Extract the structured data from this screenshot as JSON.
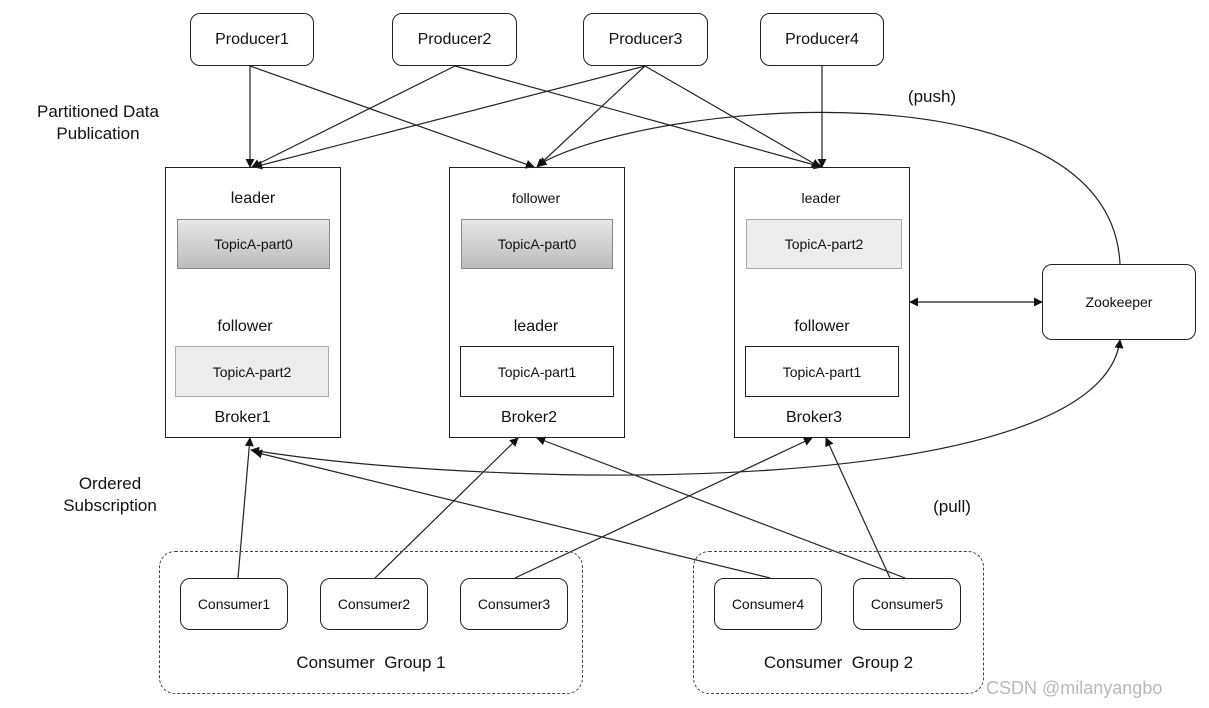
{
  "producers": [
    "Producer1",
    "Producer2",
    "Producer3",
    "Producer4"
  ],
  "brokers": [
    {
      "name": "Broker1",
      "top_role": "leader",
      "top_partition": "TopicA-part0",
      "bottom_role": "follower",
      "bottom_partition": "TopicA-part2"
    },
    {
      "name": "Broker2",
      "top_role": "follower",
      "top_partition": "TopicA-part0",
      "bottom_role": "leader",
      "bottom_partition": "TopicA-part1"
    },
    {
      "name": "Broker3",
      "top_role": "leader",
      "top_partition": "TopicA-part2",
      "bottom_role": "follower",
      "bottom_partition": "TopicA-part1"
    }
  ],
  "zookeeper": "Zookeeper",
  "labels": {
    "publication_line1": "Partitioned Data",
    "publication_line2": "Publication",
    "subscription_line1": "Ordered",
    "subscription_line2": "Subscription",
    "push": "(push)",
    "pull": "(pull)"
  },
  "consumers": [
    "Consumer1",
    "Consumer2",
    "Consumer3",
    "Consumer4",
    "Consumer5"
  ],
  "consumer_groups": [
    "Consumer  Group 1",
    "Consumer  Group 2"
  ],
  "watermark": "CSDN @milanyangbo"
}
